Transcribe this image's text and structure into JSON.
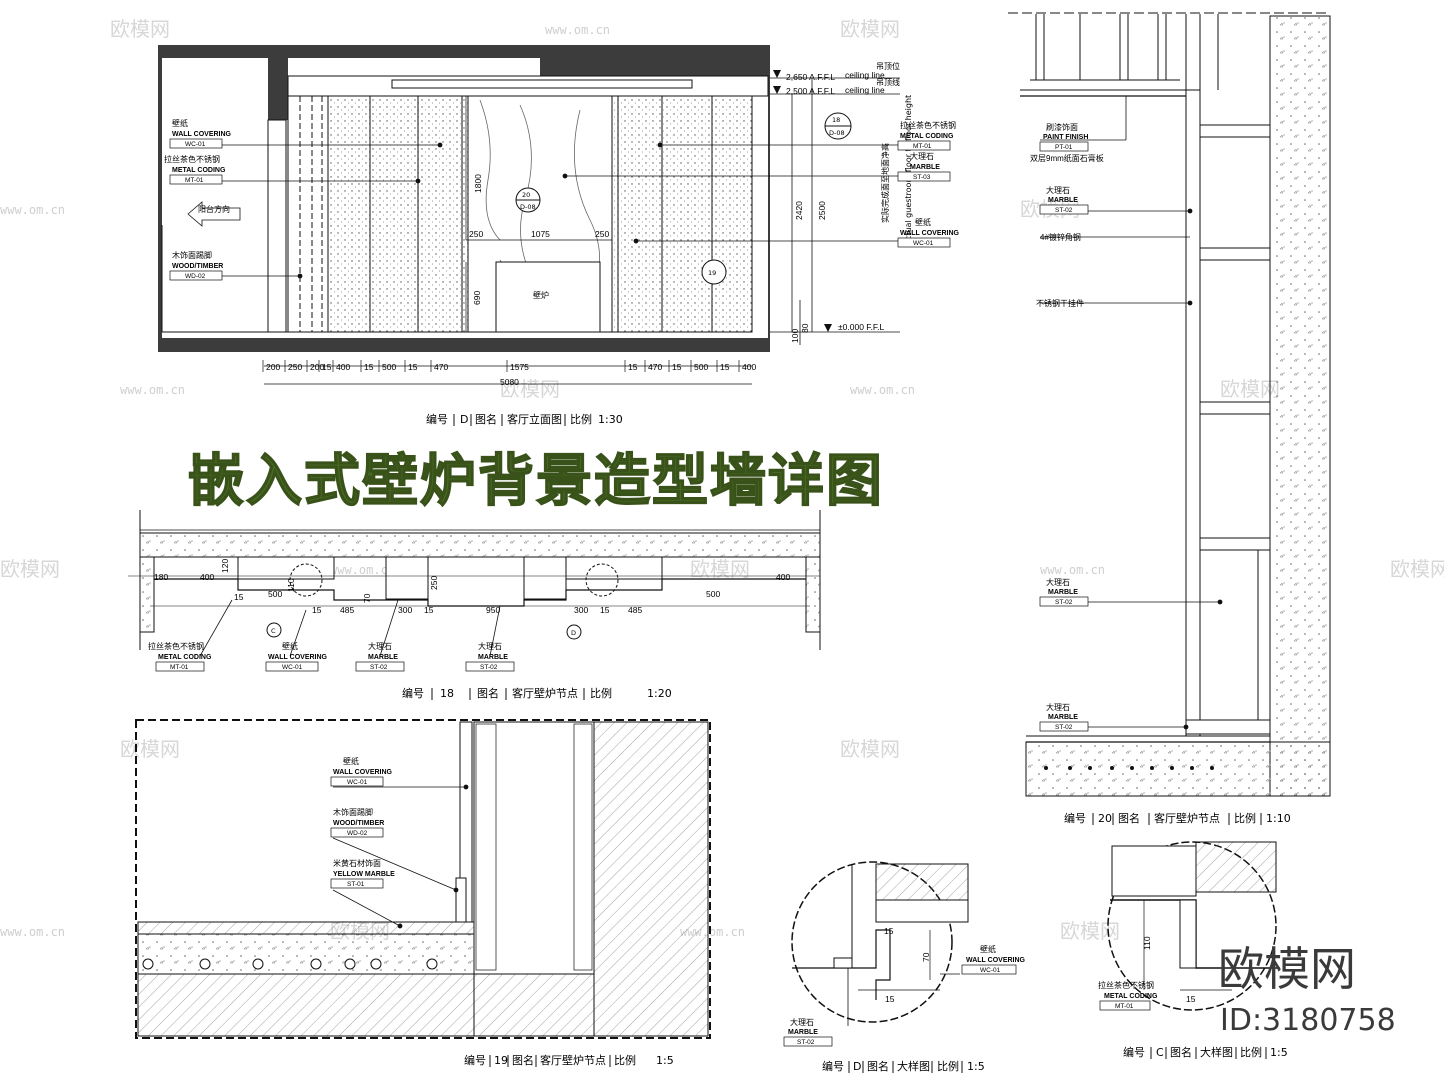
{
  "title": "嵌入式壁炉背景造型墙详图",
  "brand": {
    "name": "欧模网",
    "id": "ID:3180758"
  },
  "watermark": {
    "text": "欧模网",
    "url": "www.om.cn"
  },
  "elevation": {
    "level_ceiling_2650": "2,650 A.F.F.L",
    "level_ceiling_2500": "2,500 A.F.F.L",
    "ceiling_line": "ceiling line",
    "ceiling_cn_1": "吊顶位",
    "ceiling_cn_2": "吊顶线",
    "floor_level": "±0.000 F.F.L",
    "left_labels": [
      {
        "cn": "壁纸",
        "en": "WALL COVERING",
        "code": "WC-01"
      },
      {
        "cn": "拉丝茶色不锈钢",
        "en": "METAL CODING",
        "code": "MT-01"
      },
      {
        "cn": "木饰面踢脚",
        "en": "WOOD/TIMBER",
        "code": "WD-02"
      }
    ],
    "right_labels": [
      {
        "cn": "拉丝茶色不锈钢",
        "en": "METAL CODING",
        "code": "MT-01"
      },
      {
        "cn": "大理石",
        "en": "MARBLE",
        "code": "ST-03"
      },
      {
        "cn": "壁纸",
        "en": "WALL COVERING",
        "code": "WC-01"
      }
    ],
    "balcony": "阳台方向",
    "fireplace": "壁炉",
    "height_note_cn": "实际完成面至地面净高",
    "height_note_en": "actual guestroom floor to floor height",
    "tag18": {
      "num": "18",
      "sheet": "D-08"
    },
    "tag20": {
      "num": "20",
      "sheet": "D-08"
    },
    "tag19": {
      "num": "19"
    },
    "v_dims": [
      "1800",
      "690",
      "2420",
      "2500",
      "100",
      "80"
    ],
    "h_dims_inner": [
      "250",
      "1075",
      "250"
    ],
    "h_dims": [
      "200",
      "250",
      "200",
      "15",
      "400",
      "15",
      "500",
      "15",
      "470",
      "1575",
      "15",
      "470",
      "15",
      "500",
      "15",
      "400"
    ],
    "total": "5080",
    "caption": {
      "num_label": "编号",
      "num": "D",
      "name_label": "图名",
      "name": "客厅立面图",
      "scale_label": "比例",
      "scale": "1:30"
    }
  },
  "plan": {
    "dims": [
      "180",
      "400",
      "500",
      "485",
      "300",
      "950",
      "300",
      "485",
      "500",
      "400",
      "120",
      "250",
      "110",
      "70",
      "15",
      "15",
      "15",
      "15"
    ],
    "labels": [
      {
        "cn": "拉丝茶色不锈钢",
        "en": "METAL CODING",
        "code": "MT-01"
      },
      {
        "cn": "壁纸",
        "en": "WALL COVERING",
        "code": "WC-01"
      },
      {
        "cn": "大理石",
        "en": "MARBLE",
        "code": "ST-02"
      },
      {
        "cn": "大理石",
        "en": "MARBLE",
        "code": "ST-02"
      }
    ],
    "callouts": [
      "C",
      "D"
    ],
    "caption": {
      "num_label": "编号",
      "num": "18",
      "name_label": "图名",
      "name": "客厅壁炉节点",
      "scale_label": "比例",
      "scale": "1:20"
    }
  },
  "section19": {
    "labels": [
      {
        "cn": "壁纸",
        "en": "WALL COVERING",
        "code": "WC-01"
      },
      {
        "cn": "木饰面踢脚",
        "en": "WOOD/TIMBER",
        "code": "WD-02"
      },
      {
        "cn": "米黄石材饰面",
        "en": "YELLOW MARBLE",
        "code": "ST-01"
      }
    ],
    "caption": {
      "num_label": "编号",
      "num": "19",
      "name_label": "图名",
      "name": "客厅壁炉节点",
      "scale_label": "比例",
      "scale": "1:5"
    }
  },
  "section20": {
    "labels": [
      {
        "cn": "刷漆饰面",
        "en": "PAINT FINISH",
        "code": "PT-01",
        "note": "双层9mm纸面石膏板"
      },
      {
        "cn": "大理石",
        "en": "MARBLE",
        "code": "ST-02"
      },
      {
        "cn": "4#镀锌角钢",
        "en": "",
        "code": ""
      },
      {
        "cn": "不锈钢干挂件",
        "en": "",
        "code": ""
      },
      {
        "cn": "大理石",
        "en": "MARBLE",
        "code": "ST-02"
      },
      {
        "cn": "大理石",
        "en": "MARBLE",
        "code": "ST-02"
      }
    ],
    "caption": {
      "num_label": "编号",
      "num": "20",
      "name_label": "图名",
      "name": "客厅壁炉节点",
      "scale_label": "比例",
      "scale": "1:10"
    }
  },
  "detailD": {
    "labels": [
      {
        "cn": "壁纸",
        "en": "WALL COVERING",
        "code": "WC-01"
      },
      {
        "cn": "大理石",
        "en": "MARBLE",
        "code": "ST-02"
      }
    ],
    "dims": [
      "70",
      "15",
      "15"
    ],
    "caption": {
      "num_label": "编号",
      "num": "D",
      "name_label": "图名",
      "name": "大样图",
      "scale_label": "比例",
      "scale": "1:5"
    }
  },
  "detailC": {
    "labels": [
      {
        "cn": "拉丝茶色不锈钢",
        "en": "METAL CODING",
        "code": "MT-01"
      }
    ],
    "dims": [
      "110",
      "15"
    ],
    "caption": {
      "num_label": "编号",
      "num": "C",
      "name_label": "图名",
      "name": "大样图",
      "scale_label": "比例",
      "scale": "1:5"
    }
  }
}
